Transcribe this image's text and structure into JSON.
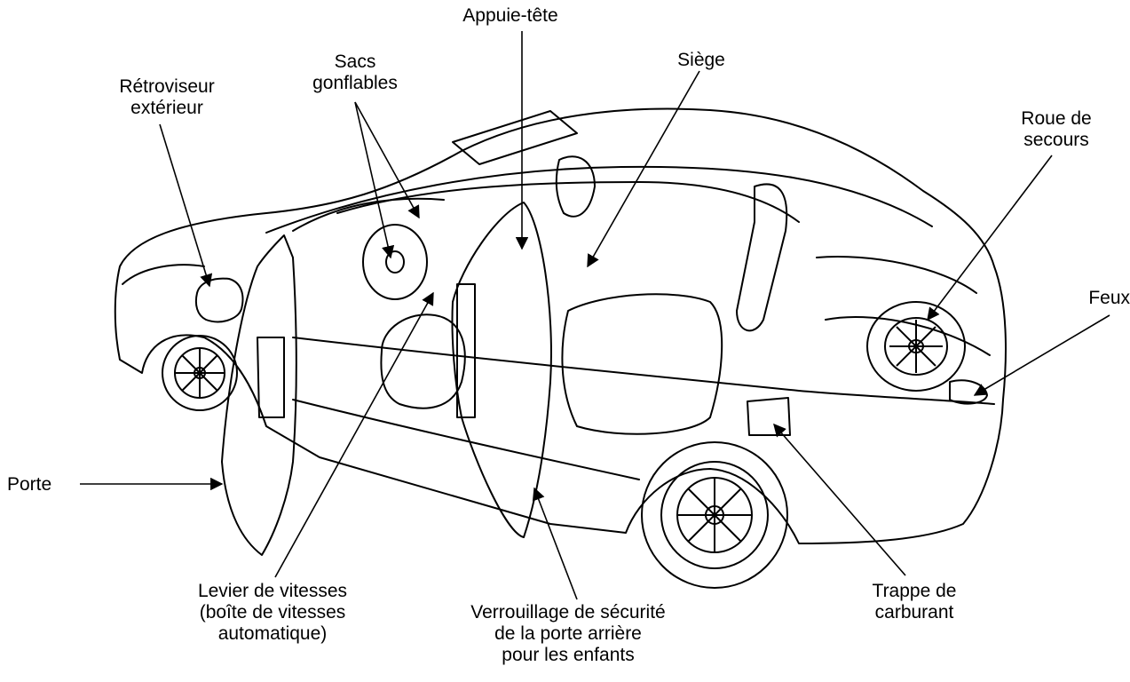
{
  "labels": {
    "appuie_tete": "Appuie-tête",
    "sacs_gonflables": "Sacs\ngonflables",
    "siege": "Siège",
    "retroviseur": "Rétroviseur\nextérieur",
    "roue_secours": "Roue de\nsecours",
    "feux": "Feux",
    "porte": "Porte",
    "levier": "Levier de vitesses\n(boîte de vitesses\nautomatique)",
    "verrouillage": "Verrouillage de sécurité\nde la porte arrière\npour les enfants",
    "trappe": "Trappe de\ncarburant"
  },
  "colors": {
    "ink": "#000000",
    "paper": "#ffffff"
  }
}
